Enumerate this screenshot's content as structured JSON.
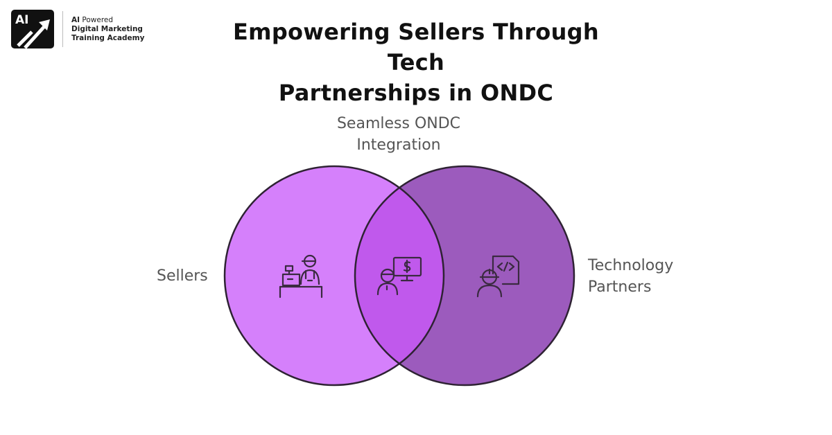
{
  "logo": {
    "mark": "AI",
    "line1_bold": "AI",
    "line1_rest": " Powered",
    "line2": "Digital Marketing",
    "line3": "Training Academy"
  },
  "title": {
    "line1": "Empowering Sellers Through Tech",
    "line2": "Partnerships in ONDC"
  },
  "venn": {
    "left": {
      "label": "Sellers",
      "icon": "cashier-icon",
      "color": "#d580fb"
    },
    "right": {
      "label_line1": "Technology",
      "label_line2": "Partners",
      "icon": "developer-code-icon",
      "color": "#9c5bbd"
    },
    "intersection": {
      "label_line1": "Seamless ONDC",
      "label_line2": "Integration",
      "icon": "person-monitor-dollar-icon",
      "color": "#c059ec"
    },
    "stroke": "#2e2233"
  }
}
